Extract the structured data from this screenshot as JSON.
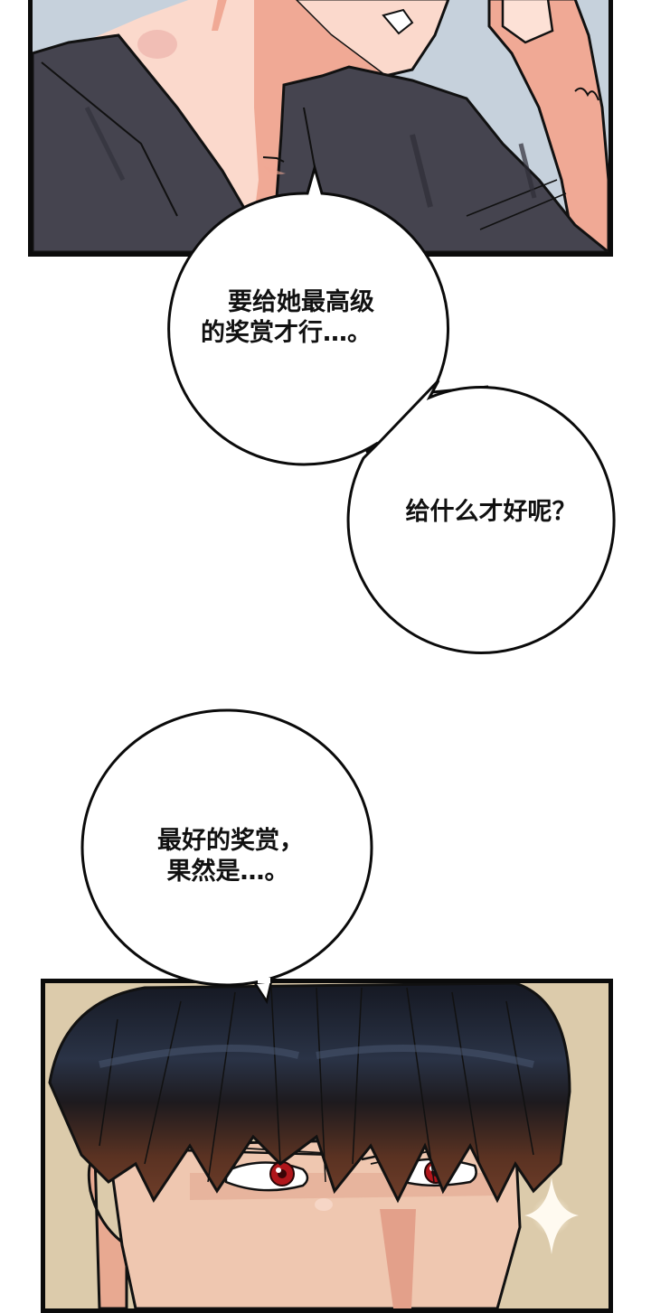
{
  "comic": {
    "panels": [
      {
        "id": "panel-1",
        "description": "Close-up of a man's neck and shoulder in a dark gray v-neck shirt, arm raised with clenched fist against a pale blue background",
        "colors": {
          "background": "#c6d1dc",
          "shirt": "#45444f",
          "skin_light": "#fbd9cc",
          "skin_shadow": "#f0a995",
          "border": "#0b0b0b"
        }
      },
      {
        "id": "panel-2",
        "description": "Close-up of a dark-haired man's face with narrowed red eyes and a sparkle effect on a beige background",
        "colors": {
          "background": "#dccbab",
          "hair_top": "#1a1d28",
          "hair_bottom": "#5a3222",
          "skin": "#efc7b0",
          "eye": "#b0161b",
          "sparkle": "#fffaf0",
          "border": "#0b0b0b"
        }
      }
    ],
    "bubbles": [
      {
        "id": "bubble-1",
        "lines": [
          "要给她最高级",
          "的奖赏才行…。"
        ]
      },
      {
        "id": "bubble-2",
        "lines": [
          "给什么才好呢？"
        ]
      },
      {
        "id": "bubble-3",
        "lines": [
          "最好的奖赏，",
          "果然是…。"
        ]
      }
    ]
  }
}
